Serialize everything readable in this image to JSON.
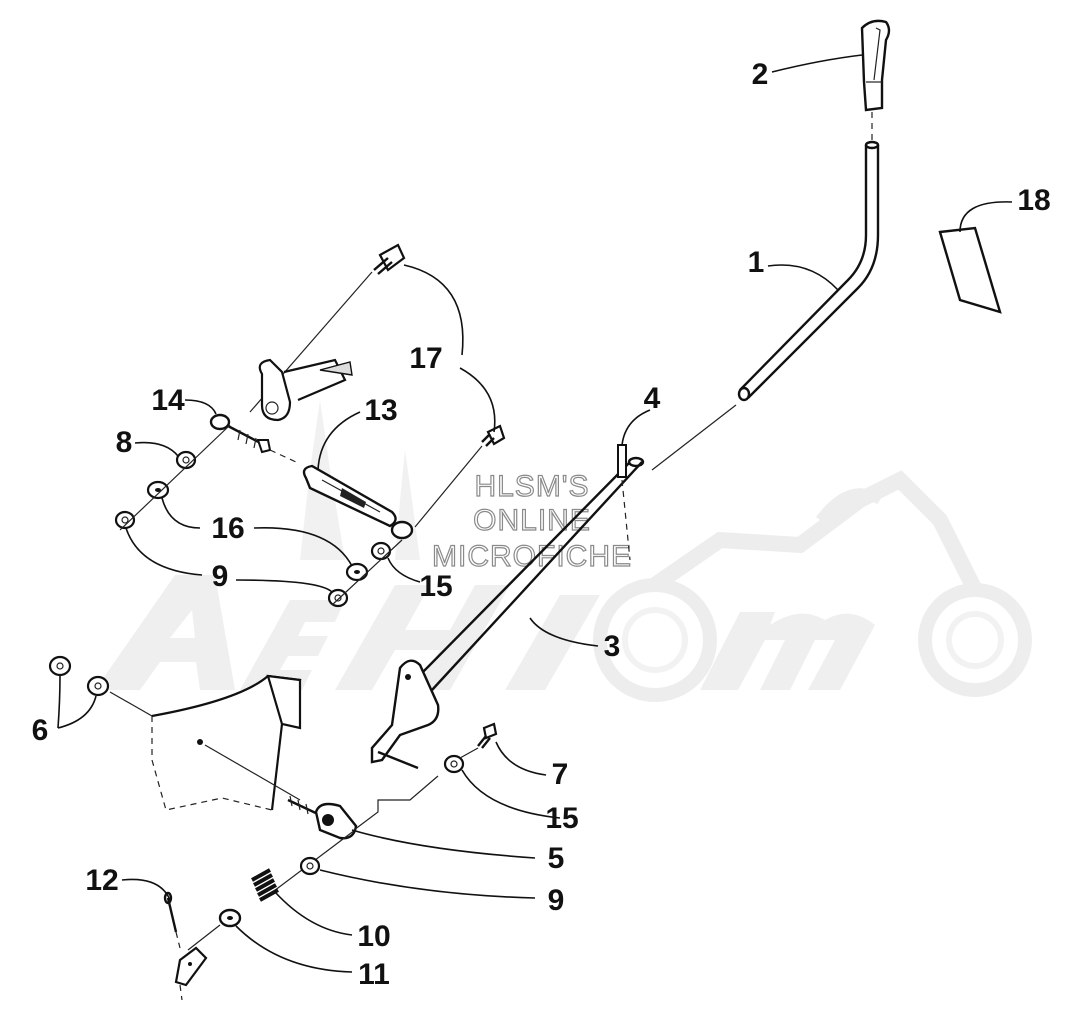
{
  "watermark": {
    "line1": "HLSM'S",
    "line2": "ONLINE",
    "line3": "MICROFICHE",
    "logo_text": "ArcticCat",
    "color": "#d8d8d8"
  },
  "callouts": [
    {
      "id": "c1",
      "label": "1"
    },
    {
      "id": "c2",
      "label": "2"
    },
    {
      "id": "c3",
      "label": "3"
    },
    {
      "id": "c4",
      "label": "4"
    },
    {
      "id": "c5",
      "label": "5"
    },
    {
      "id": "c6",
      "label": "6"
    },
    {
      "id": "c7",
      "label": "7"
    },
    {
      "id": "c8",
      "label": "8"
    },
    {
      "id": "c9a",
      "label": "9"
    },
    {
      "id": "c9b",
      "label": "9"
    },
    {
      "id": "c10",
      "label": "10"
    },
    {
      "id": "c11",
      "label": "11"
    },
    {
      "id": "c12",
      "label": "12"
    },
    {
      "id": "c13",
      "label": "13"
    },
    {
      "id": "c14",
      "label": "14"
    },
    {
      "id": "c15a",
      "label": "15"
    },
    {
      "id": "c15b",
      "label": "15"
    },
    {
      "id": "c16",
      "label": "16"
    },
    {
      "id": "c17",
      "label": "17"
    },
    {
      "id": "c18",
      "label": "18"
    }
  ]
}
